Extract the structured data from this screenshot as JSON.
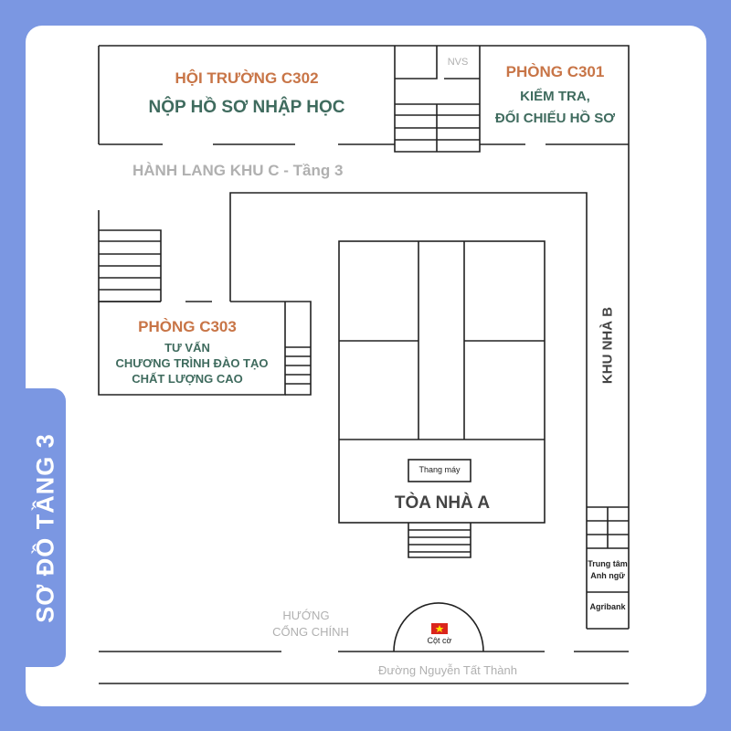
{
  "title": "SƠ ĐỒ TẦNG 3",
  "rooms": {
    "c302": {
      "name": "HỘI TRƯỜNG C302",
      "purpose": "NỘP HỒ SƠ NHẬP HỌC"
    },
    "c301": {
      "name": "PHÒNG C301",
      "purpose_line1": "KIỂM TRA,",
      "purpose_line2": "ĐỐI CHIẾU HỒ SƠ"
    },
    "c303": {
      "name": "PHÒNG C303",
      "purpose_line1": "TƯ VẤN",
      "purpose_line2": "CHƯƠNG TRÌNH ĐÀO TẠO",
      "purpose_line3": "CHẤT LƯỢNG CAO"
    }
  },
  "labels": {
    "nvs": "NVS",
    "corridor": "HÀNH LANG KHU C - Tầng 3",
    "building_a": "TÒA NHÀ A",
    "elevator": "Thang máy",
    "building_b": "KHU NHÀ B",
    "english_center": "Trung tâm Anh ngữ",
    "english_center_line1": "Trung tâm",
    "english_center_line2": "Anh ngữ",
    "bank": "Agribank",
    "main_gate_line1": "HƯỚNG",
    "main_gate_line2": "CỔNG CHÍNH",
    "flagpole": "Cột cờ",
    "street": "Đường Nguyễn Tất Thành"
  },
  "colors": {
    "background": "#7b97e2",
    "room_name": "#c87547",
    "room_purpose": "#3f6b5e",
    "corridor_text": "#b0b0b0",
    "flag_red": "#da251d",
    "flag_star": "#ffde00"
  },
  "icons": [
    "vietnam-flag-icon",
    "stairs-icon"
  ]
}
